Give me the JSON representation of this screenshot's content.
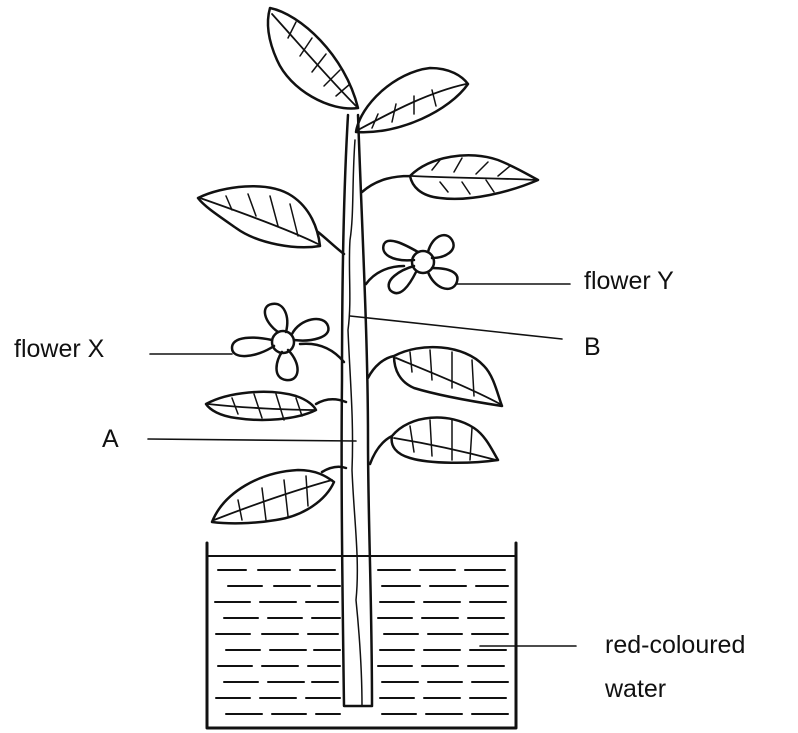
{
  "labels": {
    "flower_x": "flower X",
    "flower_y": "flower Y",
    "point_a": "A",
    "point_b": "B",
    "water_line1": "red-coloured",
    "water_line2": "water"
  },
  "colors": {
    "ink": "#111111",
    "background": "#ffffff"
  }
}
